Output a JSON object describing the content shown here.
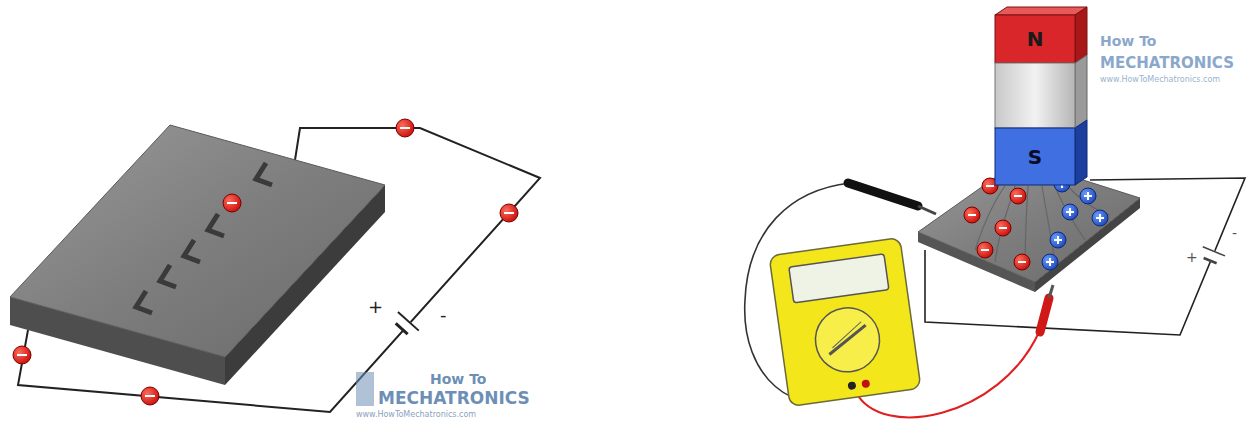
{
  "diagram": {
    "nodes": [
      {
        "text": [
          "N"
        ]
      },
      {
        "text": [
          "S"
        ]
      }
    ],
    "labels": [
      "+",
      "-",
      "How To",
      "MECHATRONICS",
      "www.HowToMechatronics.com",
      "How To",
      "MECHATRONICS",
      "www.HowToMechatronics.com",
      "+",
      "-"
    ]
  }
}
